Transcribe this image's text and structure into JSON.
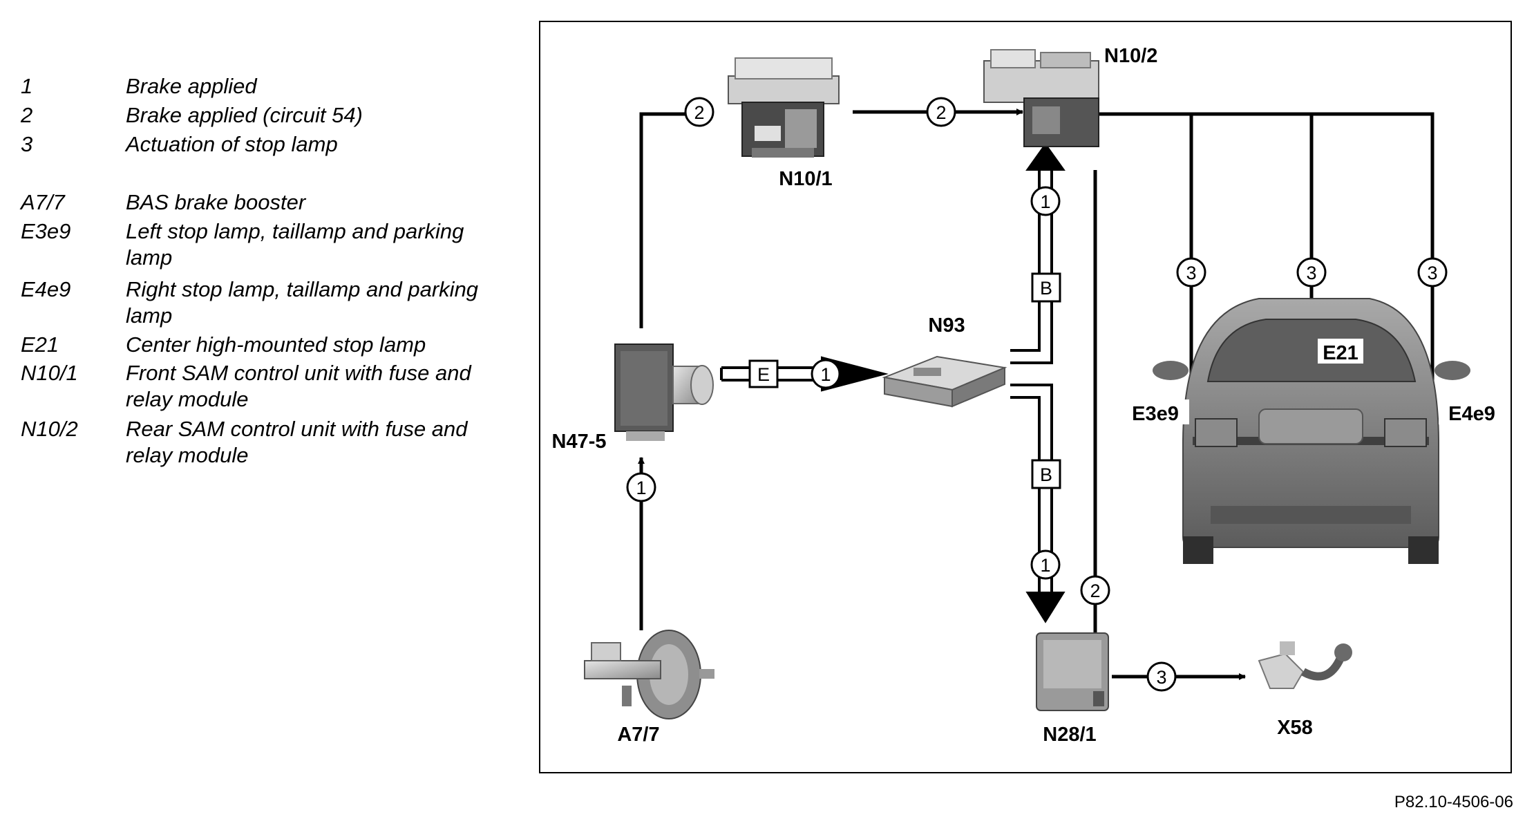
{
  "legend": {
    "signals": [
      {
        "key": "1",
        "text": "Brake applied"
      },
      {
        "key": "2",
        "text": "Brake applied (circuit 54)"
      },
      {
        "key": "3",
        "text": "Actuation of stop lamp"
      }
    ],
    "components": [
      {
        "key": "A7/7",
        "text": "BAS brake booster"
      },
      {
        "key": "E3e9",
        "text": "Left stop lamp, taillamp and parking lamp"
      },
      {
        "key": "E4e9",
        "text": "Right stop lamp, taillamp and parking lamp"
      },
      {
        "key": "E21",
        "text": "Center high-mounted stop lamp"
      },
      {
        "key": "N10/1",
        "text": "Front SAM control unit with fuse and relay module"
      },
      {
        "key": "N10/2",
        "text": "Rear SAM control unit with fuse and relay module"
      }
    ]
  },
  "diagram": {
    "components": {
      "n10_1": "N10/1",
      "n10_2": "N10/2",
      "n93": "N93",
      "n47_5": "N47-5",
      "a7_7": "A7/7",
      "n28_1": "N28/1",
      "x58": "X58",
      "e21": "E21",
      "e3e9": "E3e9",
      "e4e9": "E4e9"
    },
    "bus": {
      "e": "E",
      "b": "B"
    },
    "signals": {
      "one": "1",
      "two": "2",
      "three": "3"
    }
  },
  "figure_ref": "P82.10-4506-06"
}
